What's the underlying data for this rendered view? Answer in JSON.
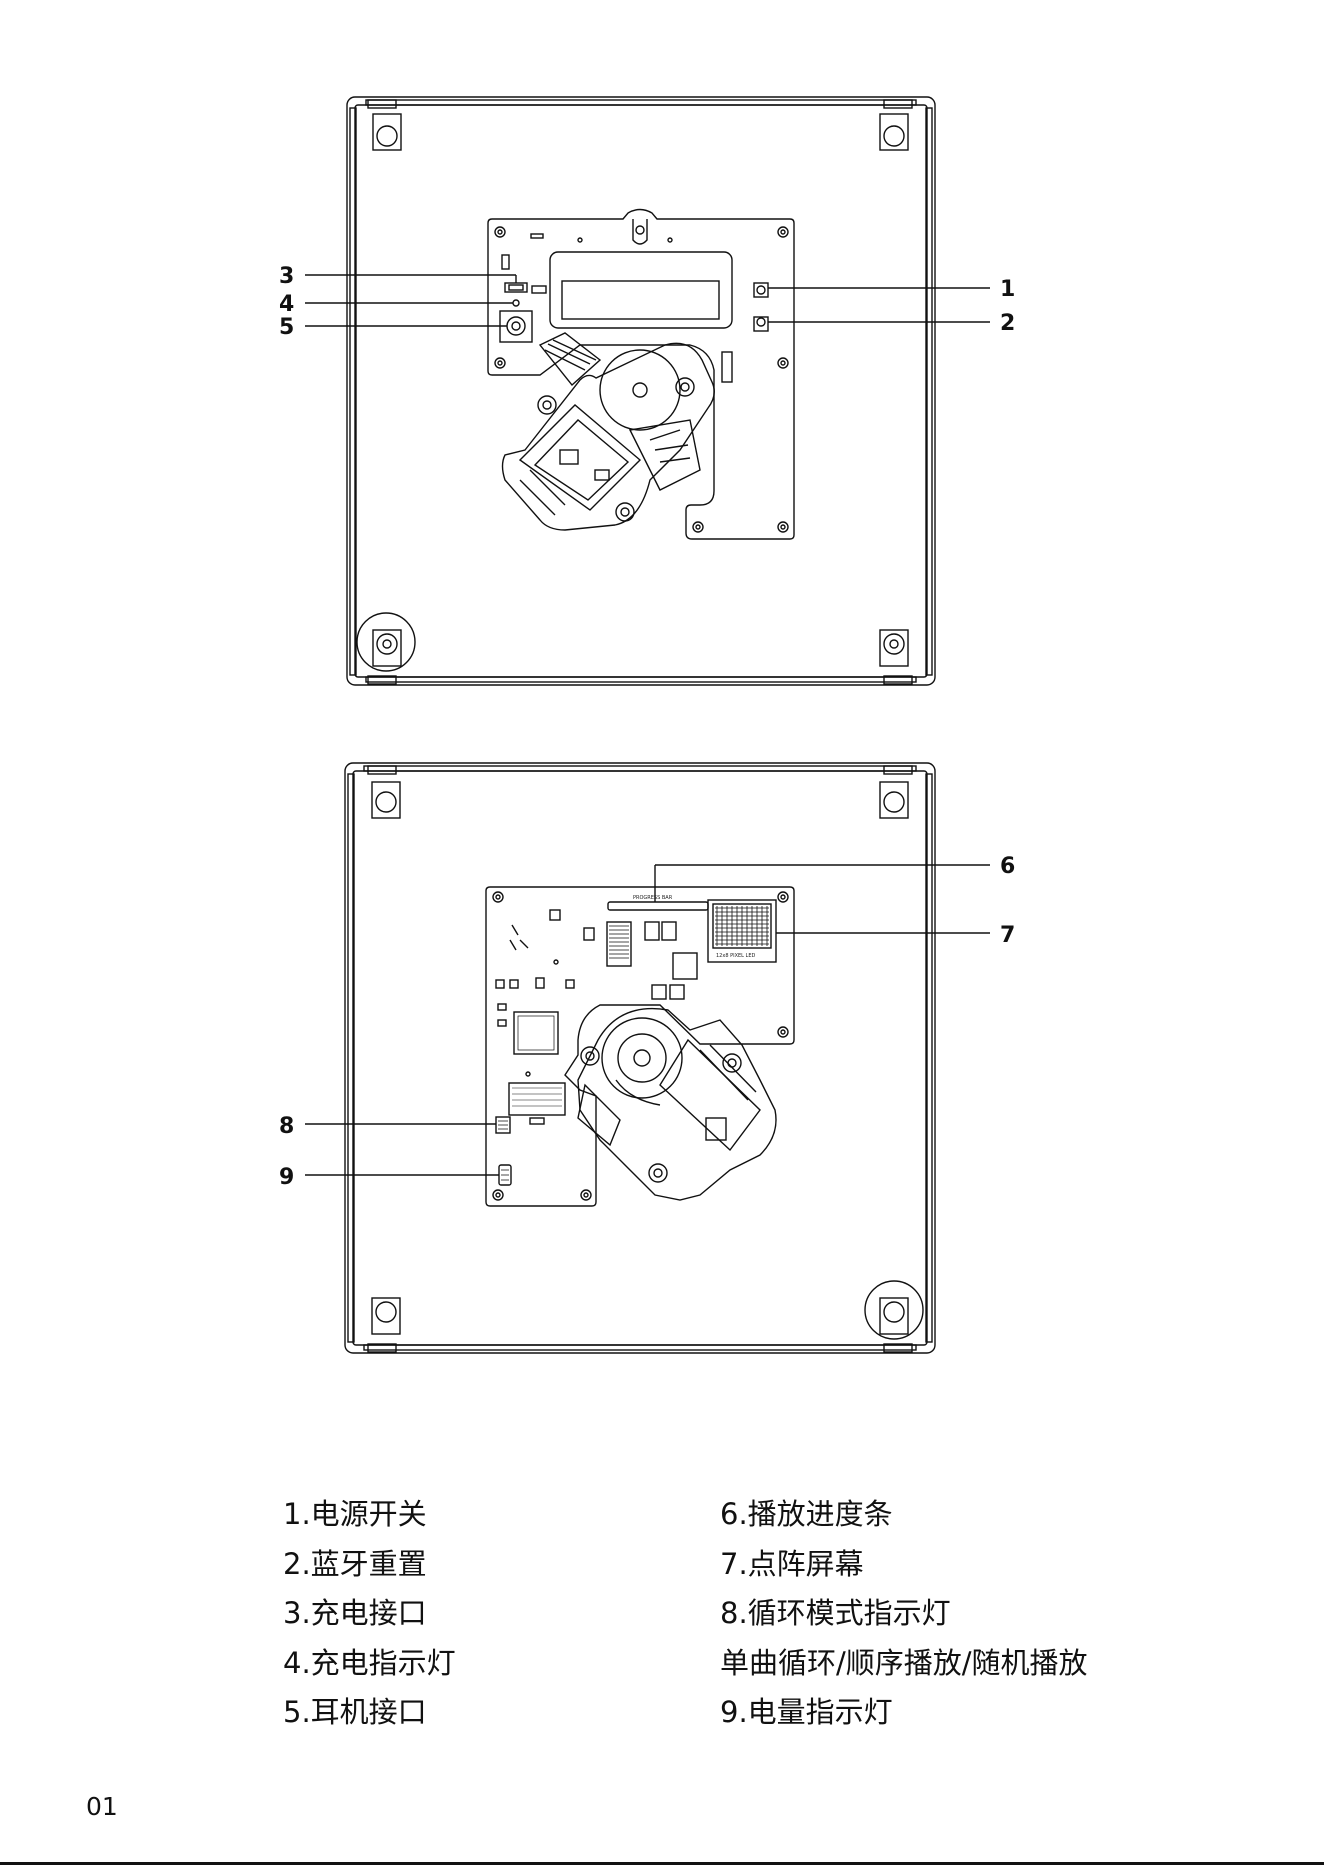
{
  "diagram_top": {
    "callouts": [
      "1",
      "2",
      "3",
      "4",
      "5"
    ]
  },
  "diagram_bottom": {
    "callouts": [
      "6",
      "7",
      "8",
      "9"
    ],
    "board_labels": [
      "PROGRESS BAR",
      "12x8 PIXEL LED"
    ]
  },
  "legend": {
    "left": [
      "1.电源开关",
      "2.蓝牙重置",
      "3.充电接口",
      "4.充电指示灯",
      "5.耳机接口"
    ],
    "right": [
      "6.播放进度条",
      "7.点阵屏幕",
      "8.循环模式指示灯",
      "单曲循环/顺序播放/随机播放",
      "9.电量指示灯"
    ]
  },
  "page_number": "01"
}
